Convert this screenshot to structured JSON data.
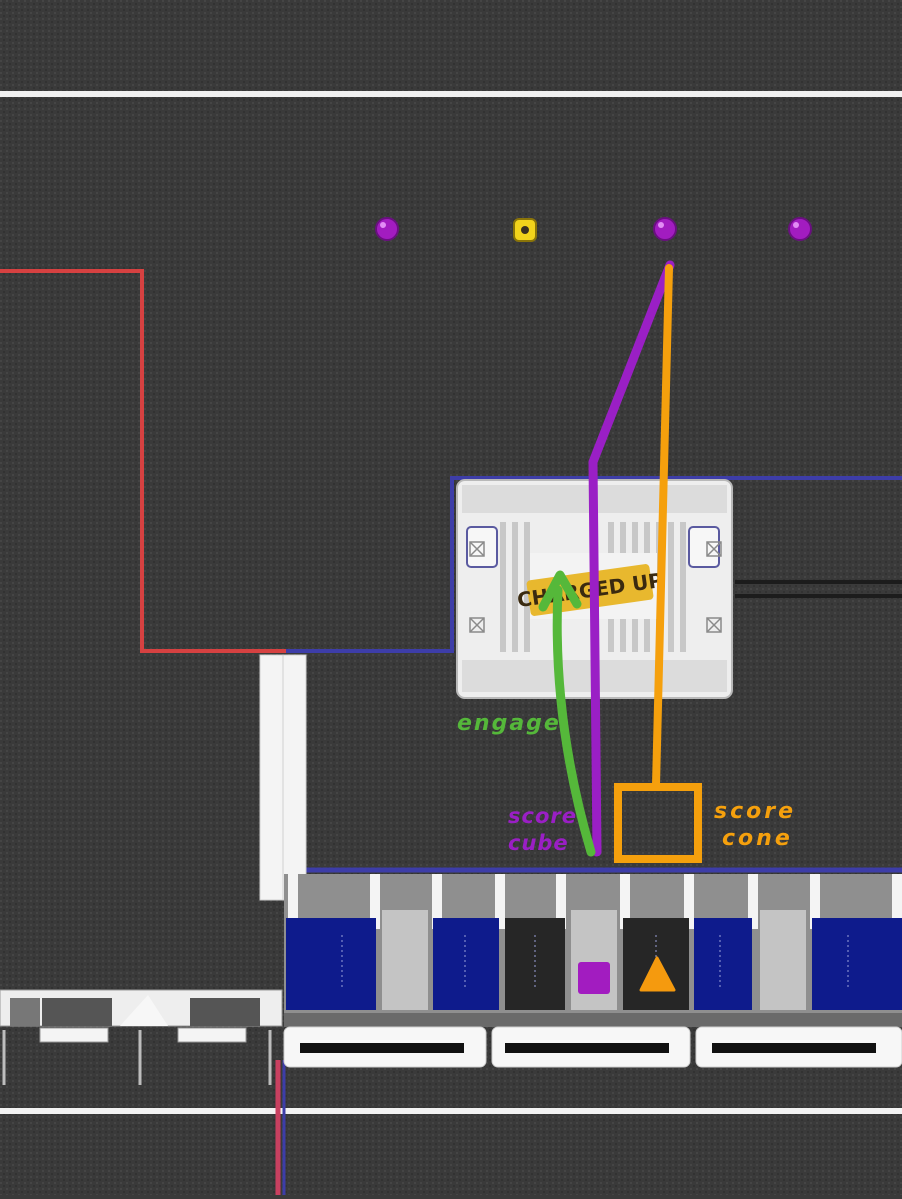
{
  "field": {
    "carpet_color": "#3b3b3b",
    "line_white": "#f2f2f2",
    "red_line": "#d64141",
    "blue_line": "#3d3da8"
  },
  "charge_station": {
    "label": "CHARGED UP",
    "body_color": "#eeeeee",
    "label_color": "#e8b82e"
  },
  "game_pieces": [
    {
      "type": "cube",
      "color": "#a21cc0"
    },
    {
      "type": "cone",
      "color": "#f2d31b"
    },
    {
      "type": "cube",
      "color": "#a21cc0"
    },
    {
      "type": "cube",
      "color": "#a21cc0"
    }
  ],
  "paths": {
    "cube": {
      "color": "#9a1fc5"
    },
    "cone": {
      "color": "#f5a00d"
    },
    "engage": {
      "color": "#55b83a"
    }
  },
  "annotations": {
    "engage": "engage",
    "score_cube_line1": "score",
    "score_cube_line2": "cube",
    "score_cone_line1": "score",
    "score_cone_line2": "cone"
  },
  "grid_markers": {
    "cube_icon": "cube-marker-icon",
    "cone_icon": "cone-marker-icon",
    "cube_color": "#a21cc0",
    "cone_color": "#f59a0e"
  }
}
